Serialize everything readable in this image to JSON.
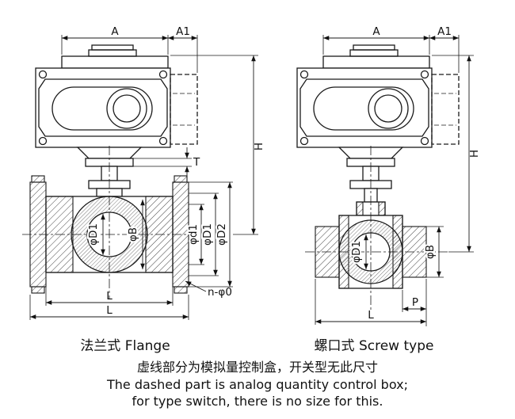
{
  "figures": {
    "flange": {
      "caption": "法兰式 Flange",
      "dims": {
        "A": "A",
        "A1": "A1",
        "H": "H",
        "T": "T",
        "ball_bore": "φD1",
        "body_bore": "φB",
        "raised_face": "φd1",
        "bolt_circle": "φD1",
        "flange_od": "φD2",
        "bolt_holes": "n-φ0",
        "L_body": "L",
        "L_overall": "L"
      }
    },
    "screw": {
      "caption": "螺口式 Screw type",
      "dims": {
        "A": "A",
        "A1": "A1",
        "H": "H",
        "ball_bore": "φD1",
        "body_width": "φB",
        "P": "P",
        "L": "L"
      }
    }
  },
  "notes": {
    "line1_zh": "虚线部分为模拟量控制盒，开关型无此尺寸",
    "line2_en": "The dashed part is analog quantity control box;",
    "line3_en": "for type switch, there is no size for this."
  }
}
